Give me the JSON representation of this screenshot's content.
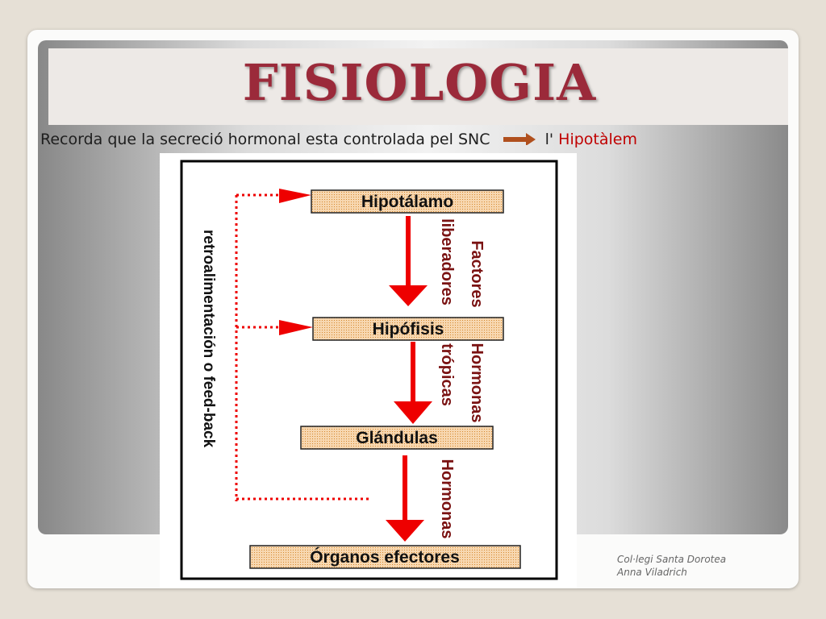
{
  "slide": {
    "title": "FISIOLOGIA",
    "subtitle_text": "Recorda que la secreció hormonal esta controlada pel SNC",
    "subtitle_prefix": "l'",
    "subtitle_highlight": "Hipotàlem",
    "arrow_color": "#b0501e",
    "title_color": "#9b2a3a",
    "highlight_color": "#c00000"
  },
  "diagram": {
    "boxes": [
      "Hipotálamo",
      "Hipófisis",
      "Glándulas",
      "Órganos efectores"
    ],
    "arrow_labels": [
      [
        "Factores",
        "liberadores"
      ],
      [
        "Hormonas",
        "trópicas"
      ],
      [
        "Hormonas"
      ]
    ],
    "feedback_label": "retroalimentación o feed-back",
    "arrow_color": "#ee0000",
    "label_color": "#7a1212",
    "box_fill": "#f5cda0"
  },
  "footer": {
    "line1": "Col·legi Santa Dorotea",
    "line2": "Anna Viladrich"
  }
}
